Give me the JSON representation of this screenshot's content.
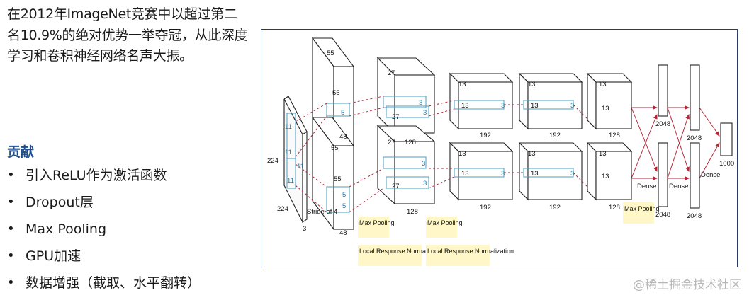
{
  "intro_text": "在2012年ImageNet竞赛中以超过第二名10.9%的绝对优势一举夺冠，从此深度学习和卷积神经网络名声大振。",
  "contrib_title": "贡献",
  "contrib_items": [
    "引入ReLU作为激活函数",
    "Dropout层",
    "Max Pooling",
    "GPU加速",
    "数据增强（截取、水平翻转）"
  ],
  "bullet": "•",
  "watermark": "@稀土掘金技术社区",
  "diagram": {
    "input": {
      "height_label": "224",
      "width_label": "224",
      "depth_label": "3",
      "kernel_label": "11",
      "stride_label": "Stride of 4"
    },
    "conv1": {
      "size_label": "55",
      "depth_label": "48",
      "kernel_label": "5"
    },
    "conv2": {
      "size_label": "27",
      "depth_label": "128",
      "kernel_label": "3"
    },
    "conv3": {
      "size_label": "13",
      "depth_label": "192",
      "kernel_label": "3"
    },
    "conv4": {
      "size_label": "13",
      "depth_label": "192"
    },
    "conv5": {
      "size_label": "13",
      "depth_label": "128"
    },
    "dense": {
      "fc1_label": "2048",
      "fc2_label": "2048",
      "out_label": "1000",
      "dense_label": "Dense"
    },
    "ops": {
      "max_pooling": "Max Pooling",
      "lrn": "Local Response Normalization"
    }
  }
}
